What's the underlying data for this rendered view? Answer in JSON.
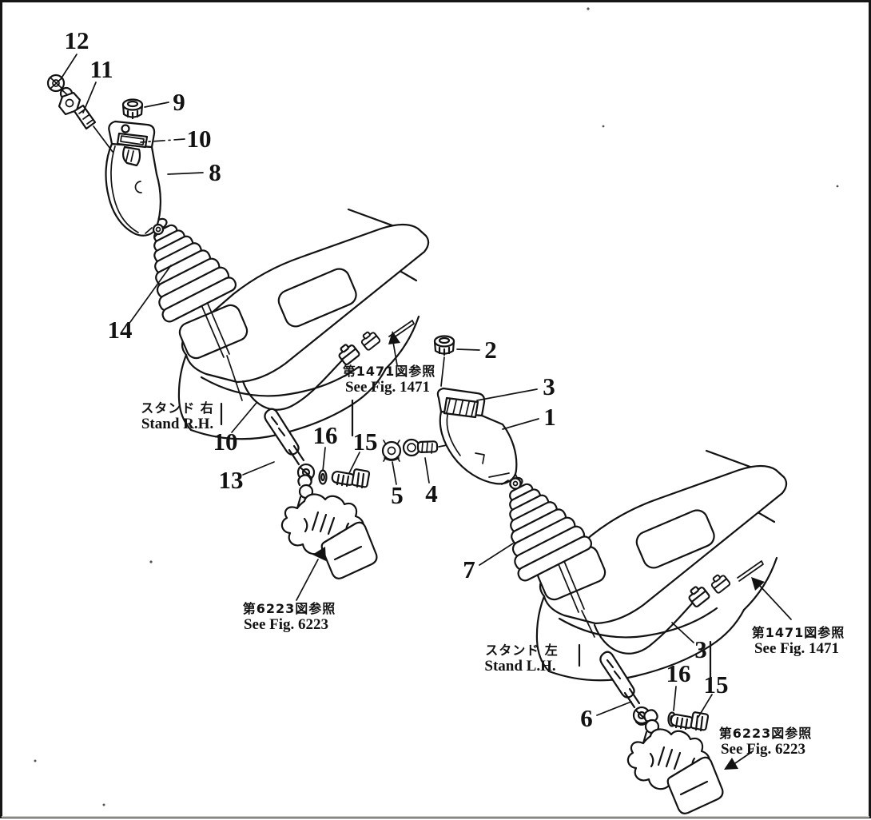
{
  "figure": {
    "kind": "machinery-parts-diagram",
    "bg": "#ffffff",
    "ink": "#121212",
    "callouts": {
      "c12": {
        "label": "12"
      },
      "c11": {
        "label": "11"
      },
      "c9": {
        "label": "9"
      },
      "c10a": {
        "label": "10"
      },
      "c8": {
        "label": "8"
      },
      "c14": {
        "label": "14"
      },
      "c10b": {
        "label": "10"
      },
      "c13": {
        "label": "13"
      },
      "c16a": {
        "label": "16"
      },
      "c15a": {
        "label": "15"
      },
      "c5": {
        "label": "5"
      },
      "c4": {
        "label": "4"
      },
      "c2": {
        "label": "2"
      },
      "c3a": {
        "label": "3"
      },
      "c1": {
        "label": "1"
      },
      "c7": {
        "label": "7"
      },
      "c3b": {
        "label": "3"
      },
      "c6": {
        "label": "6"
      },
      "c16b": {
        "label": "16"
      },
      "c15b": {
        "label": "15"
      }
    },
    "annotations": {
      "stand_rh": {
        "jp": "スタンド 右",
        "en": "Stand R.H."
      },
      "fig1471_a": {
        "jp": "第1471図参照",
        "en": "See Fig. 1471"
      },
      "fig6223_a": {
        "jp": "第6223図参照",
        "en": "See Fig. 6223"
      },
      "stand_lh": {
        "jp": "スタンド 左",
        "en": "Stand L.H."
      },
      "fig1471_b": {
        "jp": "第1471図参照",
        "en": "See Fig. 1471"
      },
      "fig6223_b": {
        "jp": "第6223図参照",
        "en": "See Fig. 6223"
      }
    }
  }
}
